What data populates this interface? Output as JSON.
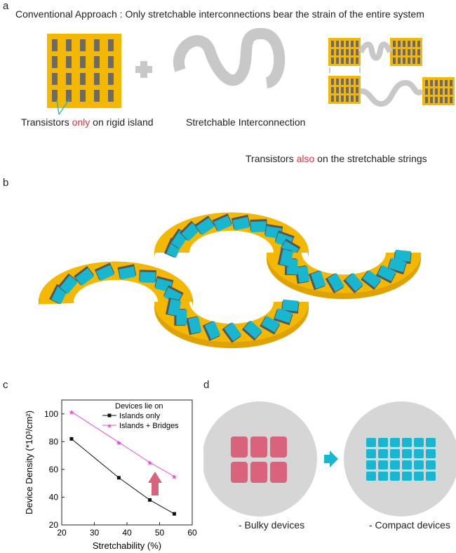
{
  "panel_a": {
    "letter": "a",
    "title": "Conventional Approach : Only stretchable interconnections bear the strain of the entire system",
    "left_caption": {
      "pre": "Transistors ",
      "highlight": "only",
      "post": " on rigid island"
    },
    "mid_caption": "Stretchable Interconnection",
    "arrow_caption": {
      "pre": "Transistors ",
      "highlight": "also",
      "post": " on the stretchable strings"
    }
  },
  "panel_b": {
    "letter": "b"
  },
  "panel_c": {
    "letter": "c"
  },
  "panel_d": {
    "letter": "d",
    "left_label": "- Bulky devices",
    "right_label": "- Compact devices"
  },
  "colors": {
    "gold": "#f5b800",
    "grey": "#c8c8c8",
    "cyan": "#19b6cf",
    "pink": "#d9637a",
    "red": "#e0313b",
    "magenta": "#e34fd8"
  },
  "chart_data": {
    "type": "line",
    "xlabel": "Stretchability (%)",
    "ylabel": "Device Density (*10³/cm²)",
    "xlim": [
      20,
      60
    ],
    "ylim": [
      20,
      110
    ],
    "xticks": [
      20,
      30,
      40,
      50,
      60
    ],
    "yticks": [
      20,
      40,
      60,
      80,
      100
    ],
    "legend_title": "Devices lie on",
    "legend_position": "top-right",
    "series": [
      {
        "name": "Islands only",
        "color": "#111111",
        "marker": "square",
        "x": [
          23,
          37.5,
          47,
          54.5
        ],
        "y": [
          82,
          54,
          38,
          28
        ]
      },
      {
        "name": "Islands + Bridges",
        "color": "#e34fd8",
        "marker": "star",
        "x": [
          23,
          37.5,
          47,
          54.5
        ],
        "y": [
          101.5,
          79.5,
          65,
          55
        ]
      }
    ]
  }
}
